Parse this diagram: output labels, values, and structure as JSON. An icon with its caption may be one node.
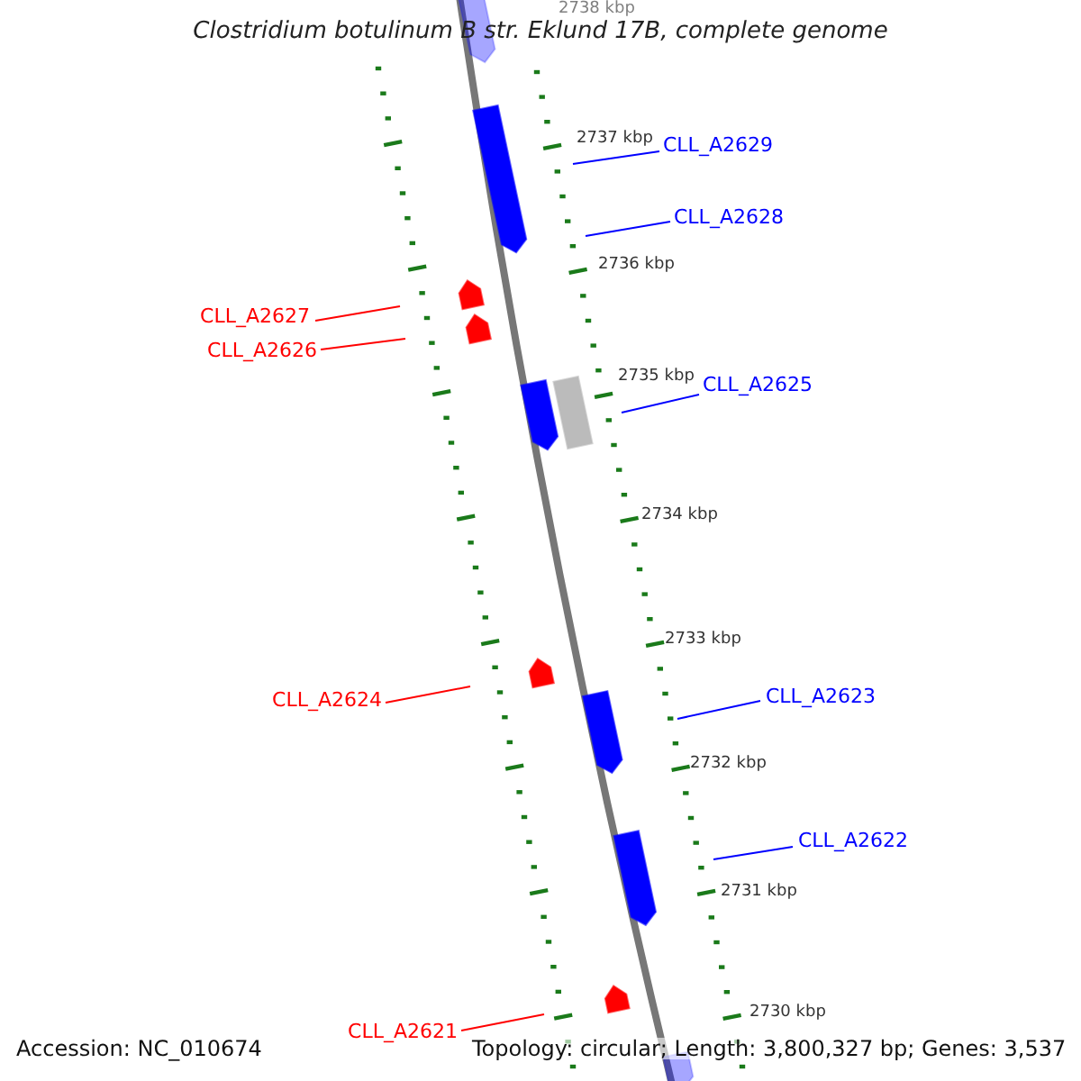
{
  "diagram": {
    "title": "Clostridium botulinum B str. Eklund 17B, complete genome",
    "nodes": [
      {
        "text": [
          "CLL_A2629"
        ]
      },
      {
        "text": [
          "CLL_A2628"
        ]
      },
      {
        "text": [
          "CLL_A2627"
        ]
      },
      {
        "text": [
          "CLL_A2626"
        ]
      },
      {
        "text": [
          "CLL_A2625"
        ]
      },
      {
        "text": [
          "CLL_A2624"
        ]
      },
      {
        "text": [
          "CLL_A2623"
        ]
      },
      {
        "text": [
          "CLL_A2622"
        ]
      },
      {
        "text": [
          "CLL_A2621"
        ]
      }
    ],
    "edges": [
      {
        "from": 0,
        "to": null,
        "arrow": "none"
      },
      {
        "from": 1,
        "to": null,
        "arrow": "none"
      },
      {
        "from": 2,
        "to": null,
        "arrow": "none",
        "color": "#ff0000"
      },
      {
        "from": 3,
        "to": null,
        "arrow": "none",
        "color": "#ff0000"
      },
      {
        "from": 4,
        "to": null,
        "arrow": "none"
      },
      {
        "from": 5,
        "to": null,
        "arrow": "none",
        "color": "#ff0000"
      },
      {
        "from": 6,
        "to": null,
        "arrow": "none"
      },
      {
        "from": 7,
        "to": null,
        "arrow": "none"
      },
      {
        "from": 8,
        "to": null,
        "arrow": "none",
        "color": "#ff0000"
      }
    ],
    "labels": [
      "2738 kbp",
      "2737 kbp",
      "2736 kbp",
      "2735 kbp",
      "2734 kbp",
      "2733 kbp",
      "2732 kbp",
      "2731 kbp",
      "2730 kbp",
      "Accession: NC_010674",
      "Topology: circular; Length: 3,800,327 bp; Genes: 3,537"
    ]
  }
}
